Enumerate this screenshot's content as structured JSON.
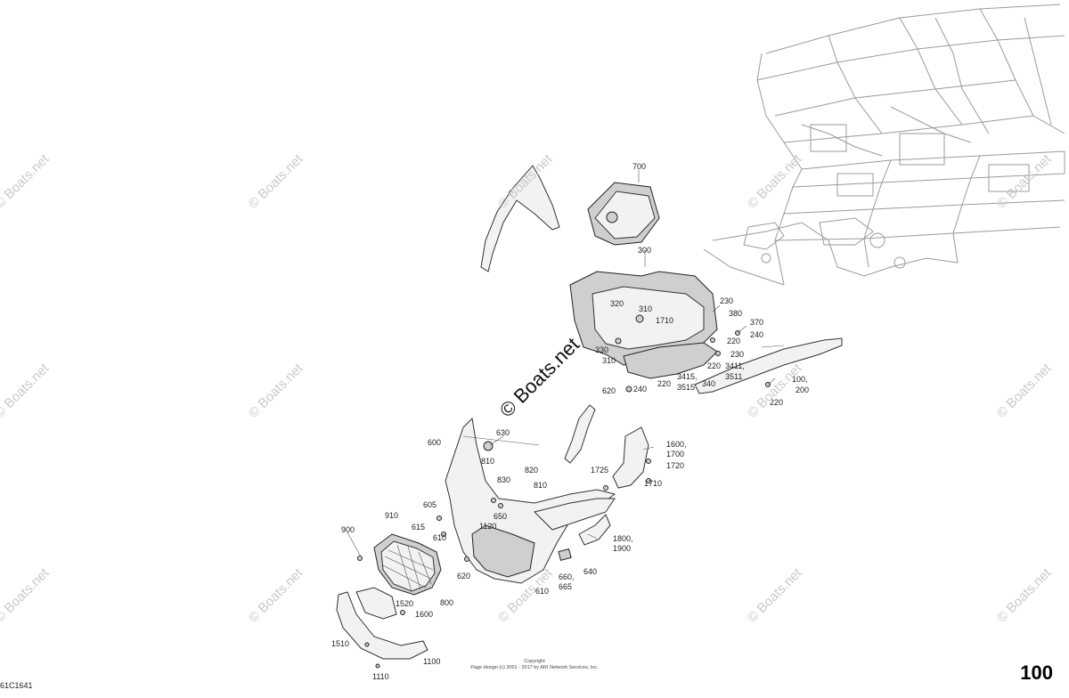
{
  "watermark": "© Boats.net",
  "page_number": "100",
  "drawing_id": "61C1641",
  "copyright": {
    "line1": "Copyright",
    "line2": "Page design (c) 2001 - 2017 by ARI Network Services, Inc."
  },
  "callouts": [
    {
      "id": "c700",
      "text": "700"
    },
    {
      "id": "c300",
      "text": "300"
    },
    {
      "id": "c320",
      "text": "320"
    },
    {
      "id": "c310a",
      "text": "310"
    },
    {
      "id": "c1710a",
      "text": "1710"
    },
    {
      "id": "c230a",
      "text": "230"
    },
    {
      "id": "c380",
      "text": "380"
    },
    {
      "id": "c370",
      "text": "370"
    },
    {
      "id": "c240a",
      "text": "240"
    },
    {
      "id": "c220a",
      "text": "220"
    },
    {
      "id": "c230b",
      "text": "230"
    },
    {
      "id": "c330",
      "text": "330"
    },
    {
      "id": "c310b",
      "text": "310"
    },
    {
      "id": "c220b",
      "text": "220"
    },
    {
      "id": "c3411",
      "text": "3411,"
    },
    {
      "id": "c3511",
      "text": "3511"
    },
    {
      "id": "c3415",
      "text": "3415,"
    },
    {
      "id": "c3515",
      "text": "3515"
    },
    {
      "id": "c340",
      "text": "340"
    },
    {
      "id": "c220c",
      "text": "220"
    },
    {
      "id": "c100",
      "text": "100,"
    },
    {
      "id": "c200",
      "text": "200"
    },
    {
      "id": "c620a",
      "text": "620"
    },
    {
      "id": "c240b",
      "text": "240"
    },
    {
      "id": "c220d",
      "text": "220"
    },
    {
      "id": "c630",
      "text": "630"
    },
    {
      "id": "c600",
      "text": "600"
    },
    {
      "id": "c1600a",
      "text": "1600,"
    },
    {
      "id": "c1700",
      "text": "1700"
    },
    {
      "id": "c1720",
      "text": "1720"
    },
    {
      "id": "c810a",
      "text": "810"
    },
    {
      "id": "c820a",
      "text": "820"
    },
    {
      "id": "c830",
      "text": "830"
    },
    {
      "id": "c1725",
      "text": "1725"
    },
    {
      "id": "c810b",
      "text": "810"
    },
    {
      "id": "c1710b",
      "text": "1710"
    },
    {
      "id": "c605",
      "text": "605"
    },
    {
      "id": "c910",
      "text": "910"
    },
    {
      "id": "c650",
      "text": "650"
    },
    {
      "id": "c615",
      "text": "615"
    },
    {
      "id": "c1120",
      "text": "1120"
    },
    {
      "id": "c610a",
      "text": "610"
    },
    {
      "id": "c900",
      "text": "900"
    },
    {
      "id": "c1800",
      "text": "1800,"
    },
    {
      "id": "c1900",
      "text": "1900"
    },
    {
      "id": "c620b",
      "text": "620"
    },
    {
      "id": "c640",
      "text": "640"
    },
    {
      "id": "c660",
      "text": "660,"
    },
    {
      "id": "c665",
      "text": "665"
    },
    {
      "id": "c800",
      "text": "800"
    },
    {
      "id": "c610b",
      "text": "610"
    },
    {
      "id": "c1520",
      "text": "1520"
    },
    {
      "id": "c1600b",
      "text": "1600"
    },
    {
      "id": "c1510",
      "text": "1510"
    },
    {
      "id": "c1100",
      "text": "1100"
    },
    {
      "id": "c1110",
      "text": "1110"
    }
  ]
}
